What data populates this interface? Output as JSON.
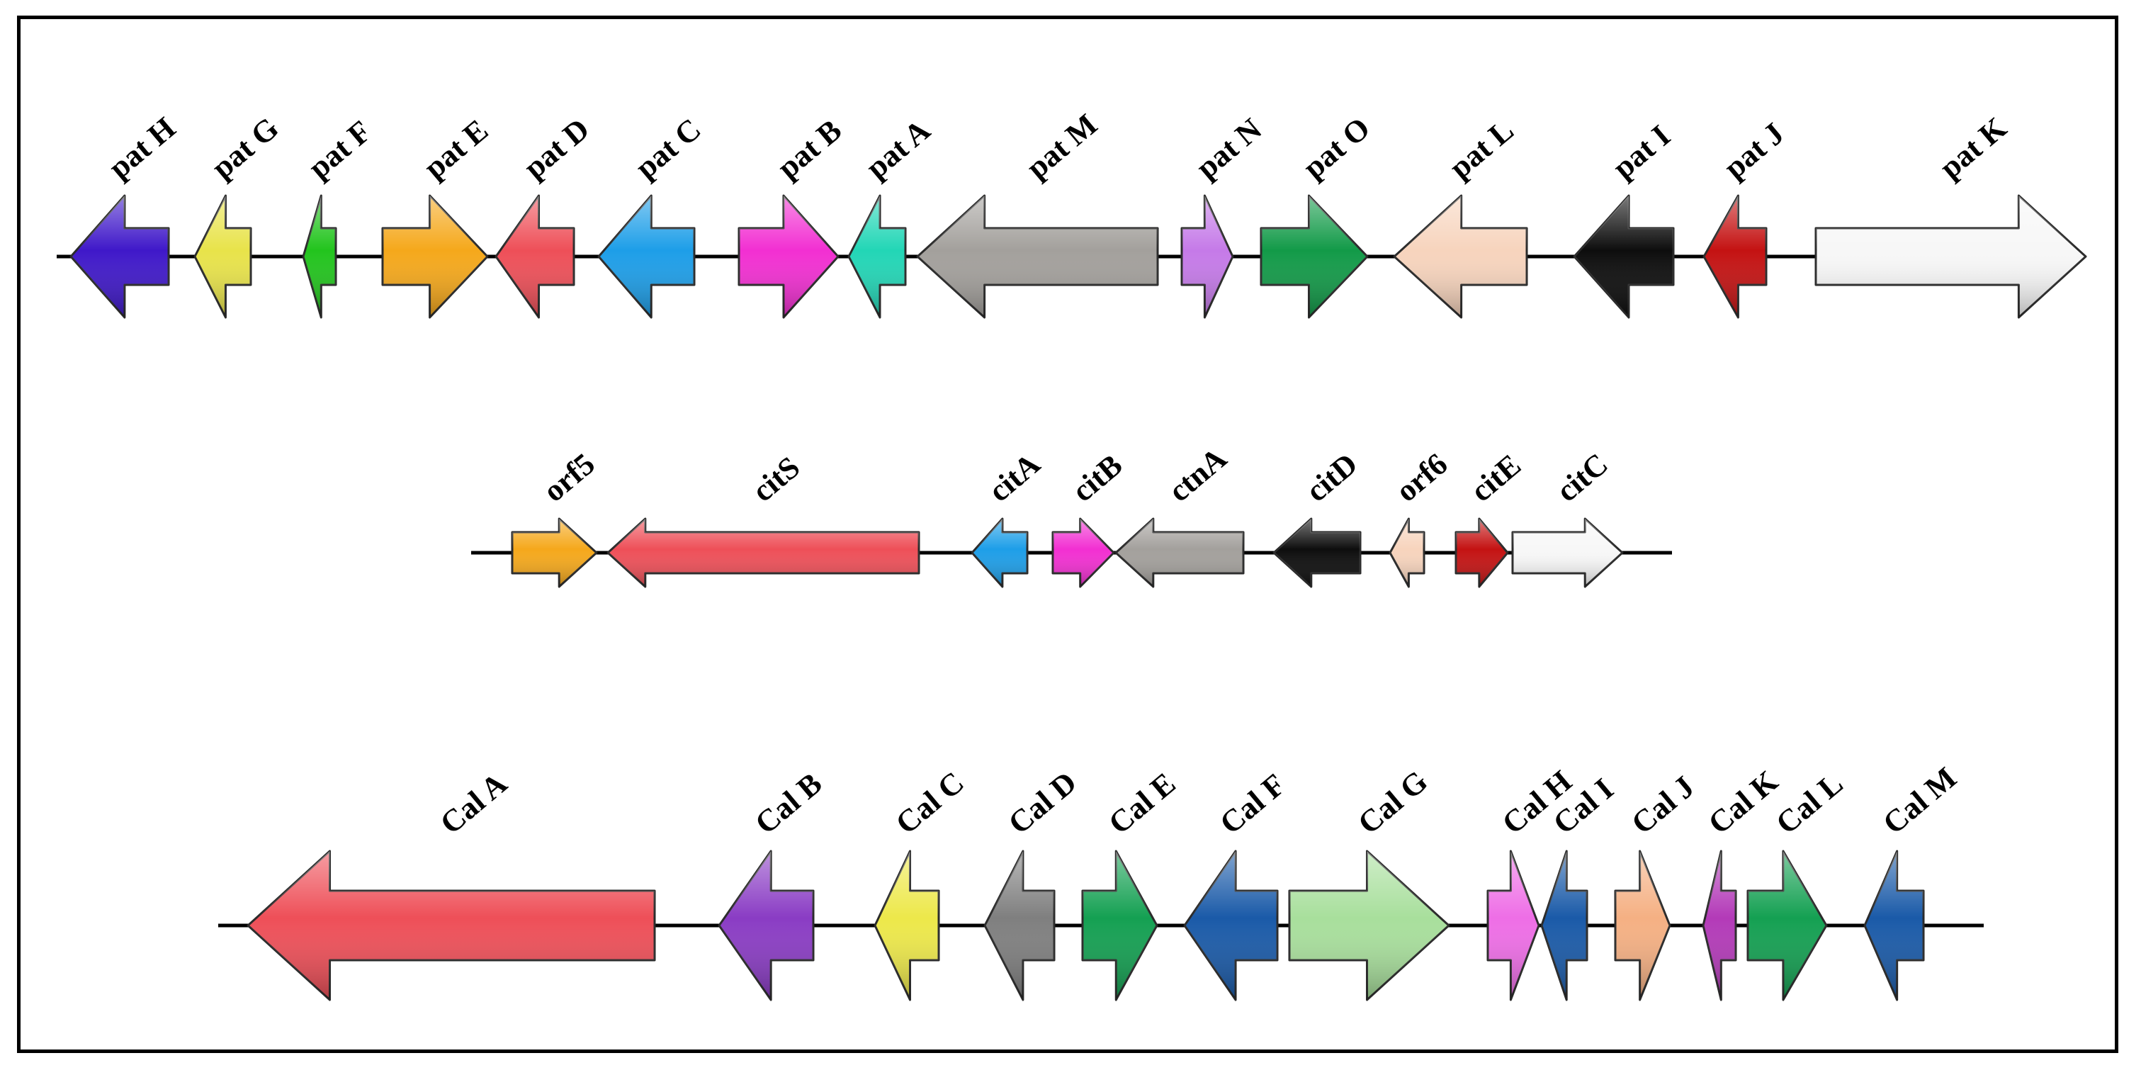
{
  "clusters": [
    {
      "id": "pat",
      "genes": [
        {
          "name": "pat H",
          "dir": "left",
          "color": "#3f18c9"
        },
        {
          "name": "pat G",
          "dir": "left",
          "color": "#e8e34a"
        },
        {
          "name": "pat F",
          "dir": "left",
          "color": "#22c41d"
        },
        {
          "name": "pat E",
          "dir": "right",
          "color": "#f5a81b"
        },
        {
          "name": "pat D",
          "dir": "left",
          "color": "#ee4f58"
        },
        {
          "name": "pat C",
          "dir": "left",
          "color": "#1d9ee8"
        },
        {
          "name": "pat B",
          "dir": "right",
          "color": "#f22fd2"
        },
        {
          "name": "pat A",
          "dir": "left",
          "color": "#22d6b6"
        },
        {
          "name": "pat M",
          "dir": "left",
          "color": "#a3a09c"
        },
        {
          "name": "pat N",
          "dir": "right",
          "color": "#c57ae8"
        },
        {
          "name": "pat O",
          "dir": "right",
          "color": "#129a48"
        },
        {
          "name": "pat L",
          "dir": "left",
          "color": "#f7d4bd"
        },
        {
          "name": "pat I",
          "dir": "left",
          "color": "#0d0d0d"
        },
        {
          "name": "pat J",
          "dir": "left",
          "color": "#c41212"
        },
        {
          "name": "pat K",
          "dir": "right",
          "color": "#f7f7f7"
        }
      ]
    },
    {
      "id": "cit",
      "genes": [
        {
          "name": "orf5",
          "dir": "right",
          "color": "#f5a81b"
        },
        {
          "name": "citS",
          "dir": "left",
          "color": "#ee4f58"
        },
        {
          "name": "citA",
          "dir": "left",
          "color": "#1d9ee8"
        },
        {
          "name": "citB",
          "dir": "right",
          "color": "#f22fd2"
        },
        {
          "name": "ctnA",
          "dir": "left",
          "color": "#a3a09c"
        },
        {
          "name": "citD",
          "dir": "left",
          "color": "#0d0d0d"
        },
        {
          "name": "orf6",
          "dir": "left",
          "color": "#f7d4bd"
        },
        {
          "name": "citE",
          "dir": "right",
          "color": "#c41212"
        },
        {
          "name": "citC",
          "dir": "right",
          "color": "#f7f7f7"
        }
      ]
    },
    {
      "id": "cal",
      "genes": [
        {
          "name": "Cal A",
          "dir": "left",
          "color": "#ee4f58"
        },
        {
          "name": "Cal B",
          "dir": "left",
          "color": "#8a3cc4"
        },
        {
          "name": "Cal C",
          "dir": "left",
          "color": "#ede84a"
        },
        {
          "name": "Cal D",
          "dir": "left",
          "color": "#7f7f7f"
        },
        {
          "name": "Cal E",
          "dir": "right",
          "color": "#14a052"
        },
        {
          "name": "Cal F",
          "dir": "left",
          "color": "#1a5aa8"
        },
        {
          "name": "Cal G",
          "dir": "right",
          "color": "#a8df9c"
        },
        {
          "name": "Cal H",
          "dir": "right",
          "color": "#ee6ee6"
        },
        {
          "name": "Cal I",
          "dir": "left",
          "color": "#1a5aa8"
        },
        {
          "name": "Cal J",
          "dir": "right",
          "color": "#f5b083"
        },
        {
          "name": "Cal K",
          "dir": "left",
          "color": "#b33ab8"
        },
        {
          "name": "Cal L",
          "dir": "right",
          "color": "#14a052"
        },
        {
          "name": "Cal M",
          "dir": "left",
          "color": "#1a5aa8"
        }
      ]
    }
  ]
}
